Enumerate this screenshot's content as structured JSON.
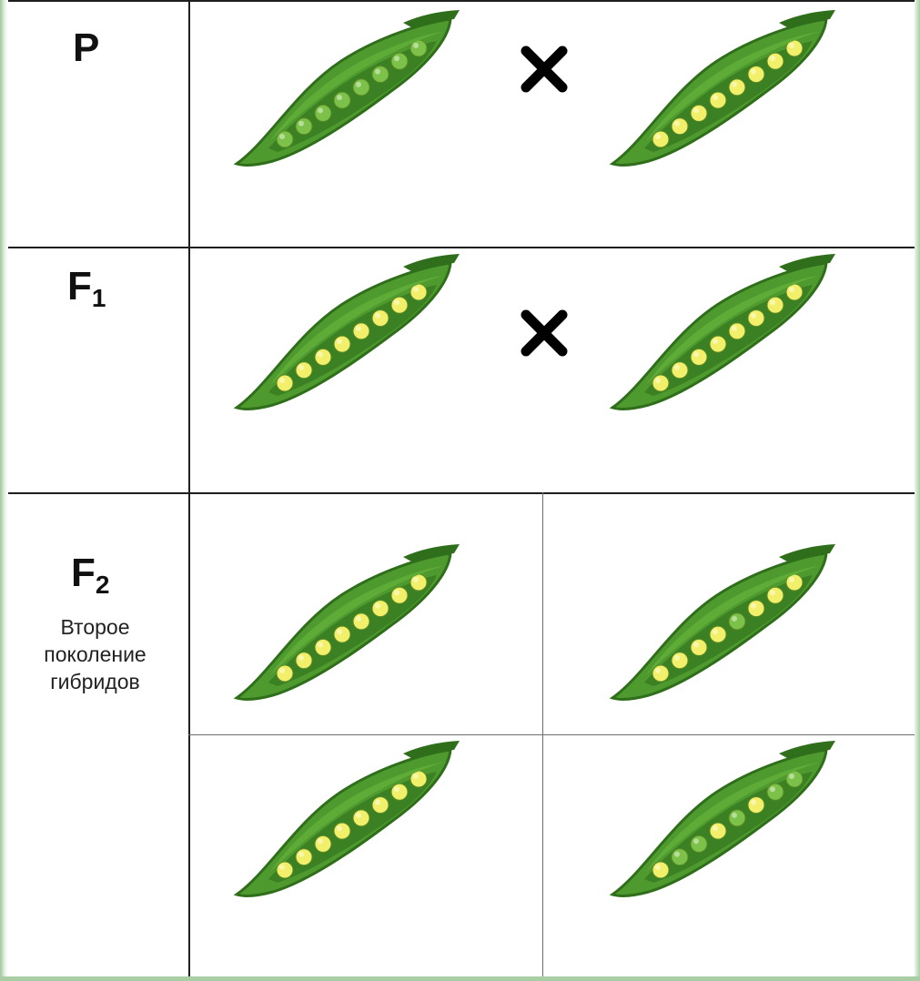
{
  "rows": {
    "p": {
      "label": "P"
    },
    "f1": {
      "label": "F",
      "sub": "1"
    },
    "f2": {
      "label": "F",
      "sub": "2",
      "caption": "Второе поколение гибридов"
    }
  },
  "pods": [
    {
      "id": "p-left",
      "peas": [
        "green",
        "green",
        "green",
        "green",
        "green",
        "green",
        "green",
        "green"
      ]
    },
    {
      "id": "p-right",
      "peas": [
        "yellow",
        "yellow",
        "yellow",
        "yellow",
        "yellow",
        "yellow",
        "yellow",
        "yellow"
      ]
    },
    {
      "id": "f1-left",
      "peas": [
        "yellow",
        "yellow",
        "yellow",
        "yellow",
        "yellow",
        "yellow",
        "yellow",
        "yellow"
      ]
    },
    {
      "id": "f1-right",
      "peas": [
        "yellow",
        "yellow",
        "yellow",
        "yellow",
        "yellow",
        "yellow",
        "yellow",
        "yellow"
      ]
    },
    {
      "id": "f2-top-left",
      "peas": [
        "yellow",
        "yellow",
        "yellow",
        "yellow",
        "yellow",
        "yellow",
        "yellow",
        "yellow"
      ]
    },
    {
      "id": "f2-top-right",
      "peas": [
        "yellow",
        "yellow",
        "yellow",
        "yellow",
        "green",
        "yellow",
        "yellow",
        "yellow"
      ]
    },
    {
      "id": "f2-bottom-left",
      "peas": [
        "yellow",
        "yellow",
        "yellow",
        "yellow",
        "yellow",
        "yellow",
        "yellow",
        "yellow"
      ]
    },
    {
      "id": "f2-bottom-right",
      "peas": [
        "yellow",
        "green",
        "green",
        "yellow",
        "green",
        "yellow",
        "green",
        "green"
      ]
    }
  ],
  "colors": {
    "pod": "#4f9a2f",
    "pod_dark": "#2f6e1a",
    "pea_green": "#7cc24a",
    "pea_yellow": "#f2f06a"
  }
}
